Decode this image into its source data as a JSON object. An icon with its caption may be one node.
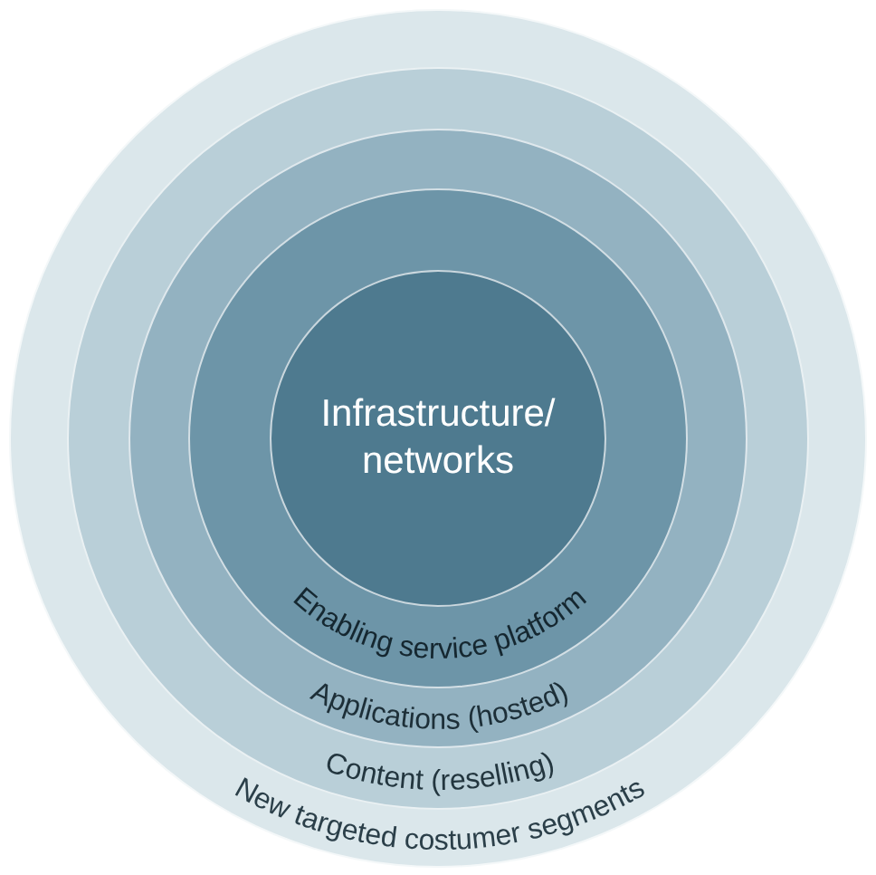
{
  "diagram": {
    "nodes": [
      {
        "text": [
          "New targeted costumer segments"
        ]
      },
      {
        "text": [
          "Content (reselling)"
        ],
        "in": 0
      },
      {
        "text": [
          "Applications (hosted)"
        ],
        "in": 1
      },
      {
        "text": [
          "Enabling service platform"
        ],
        "in": 2
      },
      {
        "text": [
          "Infrastructure/ networks"
        ],
        "in": 3
      }
    ]
  }
}
